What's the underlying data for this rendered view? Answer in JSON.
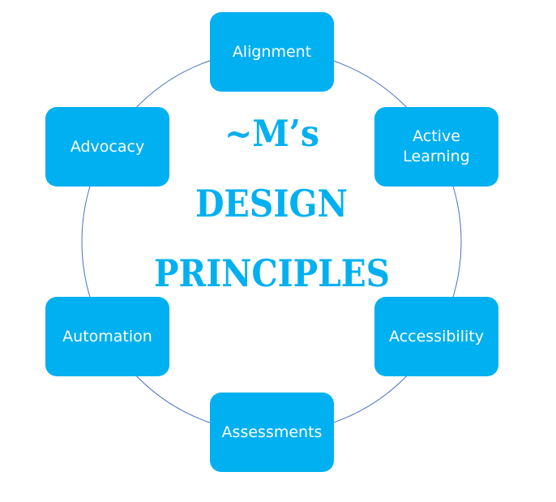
{
  "title": {
    "line1": "~M’s",
    "line2": "DESIGN",
    "line3": "PRINCIPLES"
  },
  "nodes": [
    "Alignment",
    "Active Learning",
    "Accessibility",
    "Assessments",
    "Automation",
    "Advocacy"
  ],
  "colors": {
    "node": "#00B0F0",
    "title": "#00B0F0",
    "ring": "#4472C4"
  }
}
